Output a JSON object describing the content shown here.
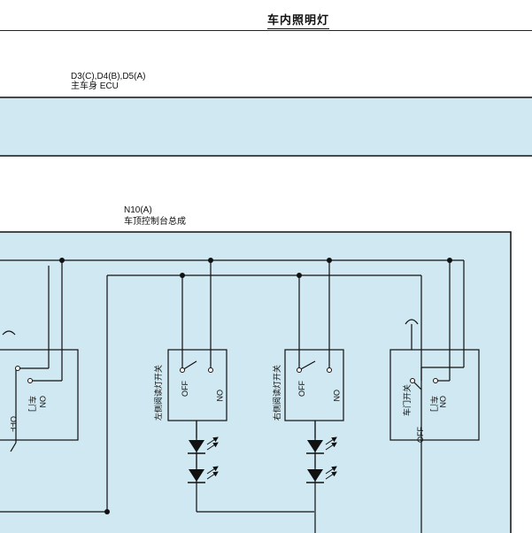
{
  "header": {
    "title": "车内照明灯"
  },
  "ecu": {
    "connector": "D3(C),D4(B),D5(A)",
    "name": "主车身 ECU"
  },
  "unit": {
    "connector": "N10(A)",
    "name": "车顶控制台总成"
  },
  "switches": {
    "left_door": {
      "title": "车门",
      "state_on": "ON",
      "state_off": "OFF"
    },
    "left_reading": {
      "title": "左侧阅读灯开关",
      "state_off": "OFF",
      "state_on": "ON"
    },
    "right_reading": {
      "title": "右侧阅读灯开关",
      "state_off": "OFF",
      "state_on": "ON"
    },
    "right_door": {
      "title": "车门开关",
      "sub": "车门",
      "state_off": "OFF",
      "state_on": "ON"
    }
  },
  "colors": {
    "panel_fill": "#cfe8f1",
    "line": "#111111"
  }
}
